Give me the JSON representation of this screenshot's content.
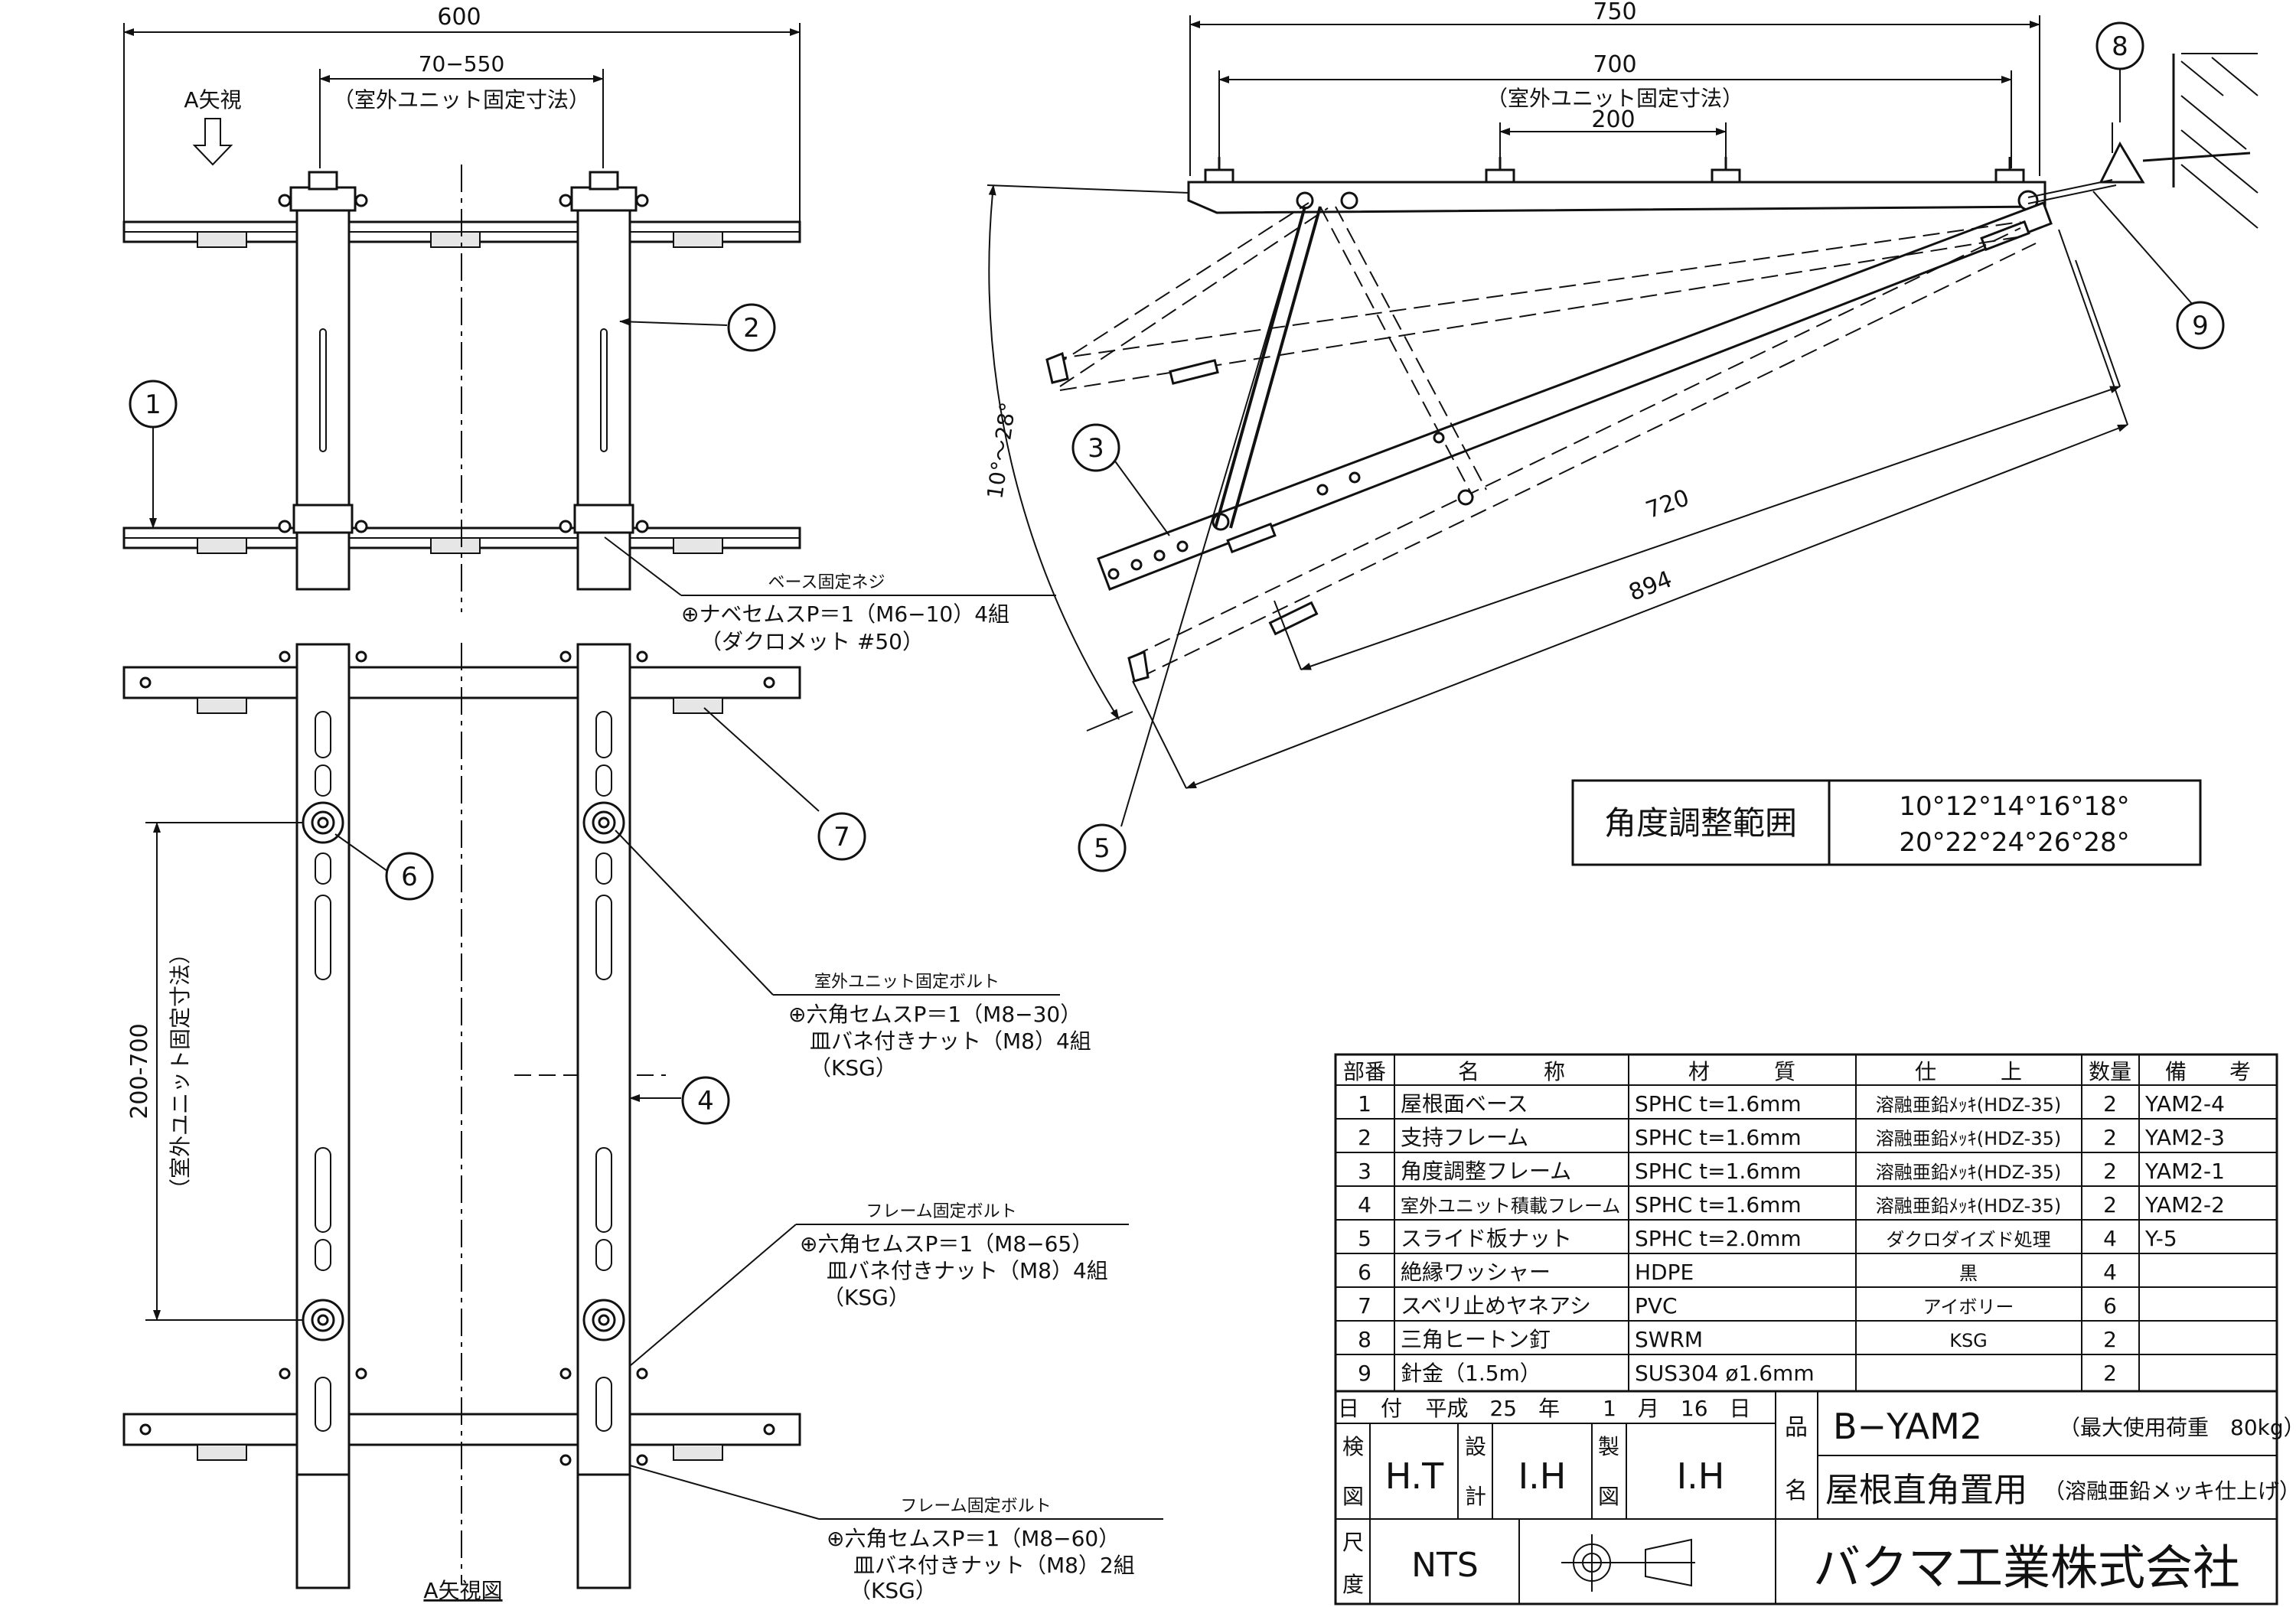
{
  "front_view": {
    "dim_overall": "600",
    "dim_fix_range": "70−550",
    "dim_fix_note": "（室外ユニット固定寸法）",
    "arrow_label": "A矢視"
  },
  "side_view": {
    "dim_overall": "750",
    "dim_fix": "700",
    "dim_fix_note": "（室外ユニット固定寸法）",
    "dim_inner": "200",
    "angle_range": "10°〜28°",
    "dim_720": "720",
    "dim_894": "894"
  },
  "plan_view": {
    "title": "A矢視図",
    "dim_vertical": "200-700",
    "dim_vertical_note": "（室外ユニット固定寸法）"
  },
  "balloons": [
    "1",
    "2",
    "3",
    "4",
    "5",
    "6",
    "7",
    "8",
    "9"
  ],
  "callouts": {
    "base_screw": {
      "title": "ベース固定ネジ",
      "line1": "⊕ナベセムスP＝1（M6−10）4組",
      "line2": "（ダクロメット #50）"
    },
    "unit_bolt": {
      "title": "室外ユニット固定ボルト",
      "line1": "⊕六角セムスP＝1（M8−30）",
      "line2": "皿バネ付きナット（M8）4組",
      "line3": "（KSG）"
    },
    "frame_bolt_1": {
      "title": "フレーム固定ボルト",
      "line1": "⊕六角セムスP＝1（M8−65）",
      "line2": "皿バネ付きナット（M8）4組",
      "line3": "（KSG）"
    },
    "frame_bolt_2": {
      "title": "フレーム固定ボルト",
      "line1": "⊕六角セムスP＝1（M8−60）",
      "line2": "皿バネ付きナット（M8）2組",
      "line3": "（KSG）"
    }
  },
  "angle_table": {
    "label": "角度調整範囲",
    "row1": "10°12°14°16°18°",
    "row2": "20°22°24°26°28°"
  },
  "parts_table": {
    "headers": [
      "部番",
      "名　　　称",
      "材　　　質",
      "仕　　　上",
      "数量",
      "備　　考"
    ],
    "rows": [
      [
        "1",
        "屋根面ベース",
        "SPHC t=1.6mm",
        "溶融亜鉛ﾒｯｷ(HDZ-35)",
        "2",
        "YAM2-4"
      ],
      [
        "2",
        "支持フレーム",
        "SPHC t=1.6mm",
        "溶融亜鉛ﾒｯｷ(HDZ-35)",
        "2",
        "YAM2-3"
      ],
      [
        "3",
        "角度調整フレーム",
        "SPHC t=1.6mm",
        "溶融亜鉛ﾒｯｷ(HDZ-35)",
        "2",
        "YAM2-1"
      ],
      [
        "4",
        "室外ユニット積載フレーム",
        "SPHC t=1.6mm",
        "溶融亜鉛ﾒｯｷ(HDZ-35)",
        "2",
        "YAM2-2"
      ],
      [
        "5",
        "スライド板ナット",
        "SPHC t=2.0mm",
        "ダクロダイズド処理",
        "4",
        "Y-5"
      ],
      [
        "6",
        "絶縁ワッシャー",
        "HDPE",
        "黒",
        "4",
        ""
      ],
      [
        "7",
        "スベリ止めヤネアシ",
        "PVC",
        "アイボリー",
        "6",
        ""
      ],
      [
        "8",
        "三角ヒートン釘",
        "SWRM",
        "KSG",
        "2",
        ""
      ],
      [
        "9",
        "針金（1.5m）",
        "SUS304 ø1.6mm",
        "",
        "2",
        ""
      ]
    ]
  },
  "title_block": {
    "date_label": "日　付",
    "date_value": "平成　25　年　　1　月　16　日",
    "check_label_1": "検",
    "check_label_2": "図",
    "check_value": "H.T",
    "design_label_1": "設",
    "design_label_2": "計",
    "design_value": "I.H",
    "draft_label_1": "製",
    "draft_label_2": "図",
    "draft_value": "I.H",
    "product_label_1": "品",
    "product_label_2": "名",
    "product_code": "B−YAM2",
    "product_load": "（最大使用荷重　80kg）",
    "product_name": "屋根直角置用",
    "product_finish": "（溶融亜鉛メッキ仕上げ）",
    "scale_label_1": "尺",
    "scale_label_2": "度",
    "scale_value": "NTS",
    "company": "バクマ工業株式会社"
  }
}
